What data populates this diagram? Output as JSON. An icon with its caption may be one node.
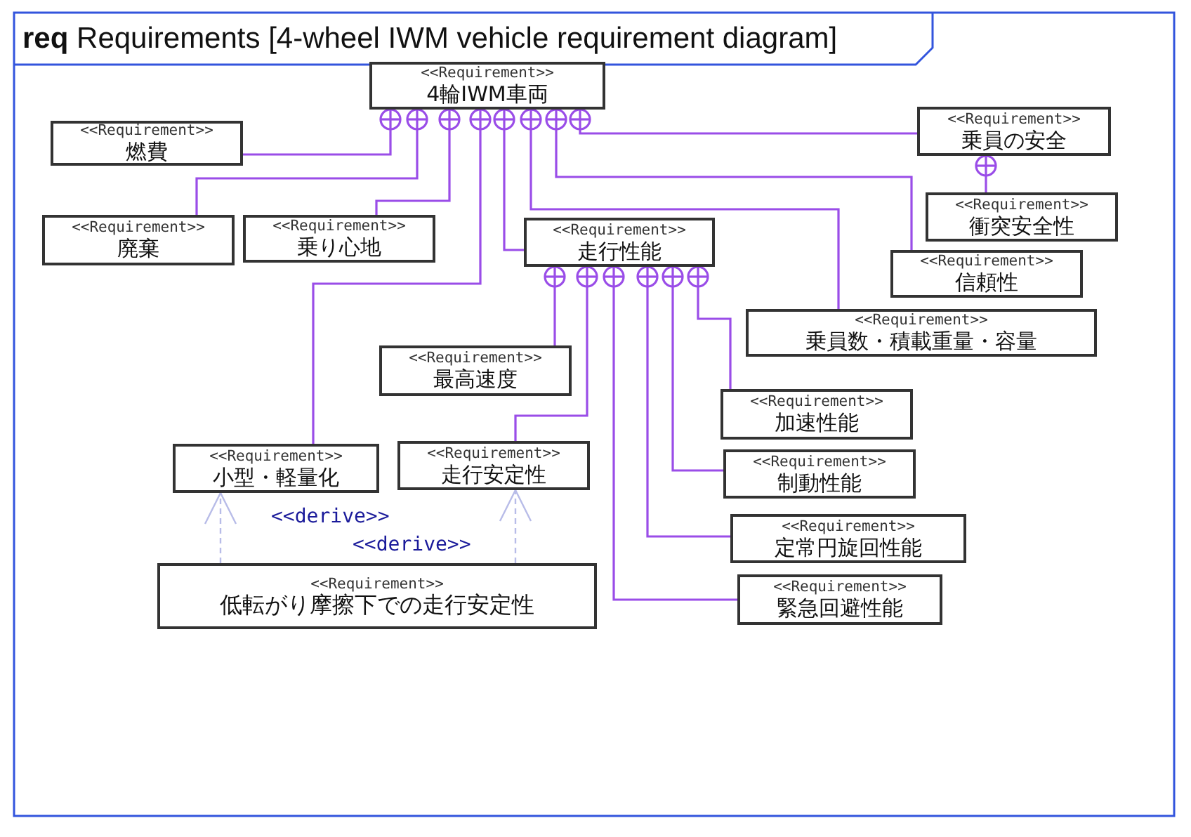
{
  "diagram": {
    "title": "**req** Requirements [4-wheel IWM vehicle requirement diagram]",
    "nodes": [
      {
        "text": [
          "<<Requirement>>",
          "4輪IWM車両"
        ]
      },
      {
        "text": [
          "<<Requirement>>",
          "燃費"
        ]
      },
      {
        "text": [
          "<<Requirement>>",
          "廃棄"
        ]
      },
      {
        "text": [
          "<<Requirement>>",
          "乗り心地"
        ]
      },
      {
        "text": [
          "<<Requirement>>",
          "走行性能"
        ]
      },
      {
        "text": [
          "<<Requirement>>",
          "乗員の安全"
        ]
      },
      {
        "text": [
          "<<Requirement>>",
          "衝突安全性"
        ]
      },
      {
        "text": [
          "<<Requirement>>",
          "信頼性"
        ]
      },
      {
        "text": [
          "<<Requirement>>",
          "乗員数・積載重量・容量"
        ]
      },
      {
        "text": [
          "<<Requirement>>",
          "最高速度"
        ]
      },
      {
        "text": [
          "<<Requirement>>",
          "小型・軽量化"
        ]
      },
      {
        "text": [
          "<<Requirement>>",
          "走行安定性"
        ]
      },
      {
        "text": [
          "<<Requirement>>",
          "加速性能"
        ]
      },
      {
        "text": [
          "<<Requirement>>",
          "制動性能"
        ]
      },
      {
        "text": [
          "<<Requirement>>",
          "定常円旋回性能"
        ]
      },
      {
        "text": [
          "<<Requirement>>",
          "緊急回避性能"
        ]
      },
      {
        "text": [
          "<<Requirement>>",
          "低転がり摩擦下での走行安定性"
        ]
      }
    ],
    "edges": [
      {
        "from": 0,
        "to": 1,
        "arrow": "other"
      },
      {
        "from": 0,
        "to": 2,
        "arrow": "other"
      },
      {
        "from": 0,
        "to": 3,
        "arrow": "other"
      },
      {
        "from": 0,
        "to": 10,
        "arrow": "other"
      },
      {
        "from": 0,
        "to": 4,
        "arrow": "other"
      },
      {
        "from": 0,
        "to": 8,
        "arrow": "other"
      },
      {
        "from": 0,
        "to": 7,
        "arrow": "other"
      },
      {
        "from": 0,
        "to": 5,
        "arrow": "other"
      },
      {
        "from": 5,
        "to": 6,
        "arrow": "other"
      },
      {
        "from": 4,
        "to": 9,
        "arrow": "other"
      },
      {
        "from": 4,
        "to": 11,
        "arrow": "other"
      },
      {
        "from": 4,
        "to": 15,
        "arrow": "other"
      },
      {
        "from": 4,
        "to": 14,
        "arrow": "other"
      },
      {
        "from": 4,
        "to": 13,
        "arrow": "other"
      },
      {
        "from": 4,
        "to": 12,
        "arrow": "other"
      },
      {
        "from": 16,
        "to": 10,
        "arrow": "to",
        "label": "<<derive>>",
        "style": "dashed",
        "color": "#b8bce8"
      },
      {
        "from": 16,
        "to": 11,
        "arrow": "to",
        "label": "<<derive>>",
        "style": "dashed",
        "color": "#b8bce8"
      }
    ]
  }
}
